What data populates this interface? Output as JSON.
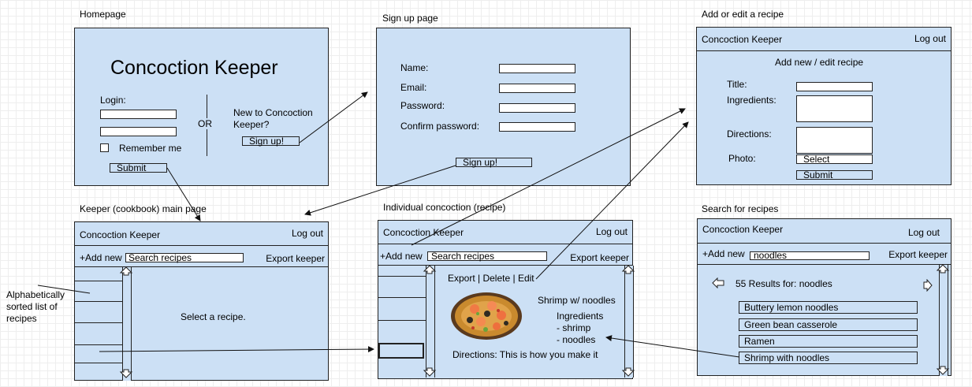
{
  "captions": {
    "homepage": "Homepage",
    "signup": "Sign up page",
    "addedit": "Add or edit a recipe",
    "main": "Keeper (cookbook) main page",
    "individual": "Individual concoction (recipe)",
    "search": "Search for recipes",
    "alpha": [
      "Alphabetically",
      "sorted list of",
      "recipes"
    ]
  },
  "homepage": {
    "title": "Concoction Keeper",
    "login_label": "Login:",
    "or": "OR",
    "remember": "Remember me",
    "submit": "Submit",
    "new_line1": "New to Concoction",
    "new_line2": "Keeper?",
    "signup_btn": "Sign up!"
  },
  "signup": {
    "name": "Name:",
    "email": "Email:",
    "password": "Password:",
    "confirm": "Confirm password:",
    "signup_btn": "Sign up!"
  },
  "header": {
    "app": "Concoction Keeper",
    "logout": "Log out",
    "add_new": "+Add new",
    "search_placeholder": "Search recipes",
    "export_keeper": "Export keeper"
  },
  "addedit": {
    "heading": "Add new / edit recipe",
    "title": "Title:",
    "ingredients": "Ingredients:",
    "directions": "Directions:",
    "photo": "Photo:",
    "select": "Select",
    "submit": "Submit"
  },
  "main": {
    "select_msg": "Select a recipe."
  },
  "individual": {
    "actions": "Export |  Delete  | Edit",
    "recipe_name": "Shrimp w/ noodles",
    "ingredients_label": "Ingredients",
    "ingredient_items": [
      "- shrimp",
      "- noodles"
    ],
    "directions": "Directions: This is how you make it"
  },
  "search": {
    "query": "noodles",
    "results_text": "55 Results for: noodles",
    "results": [
      "Buttery lemon noodles",
      "Green bean casserole",
      "Ramen",
      "Shrimp with noodles"
    ]
  }
}
